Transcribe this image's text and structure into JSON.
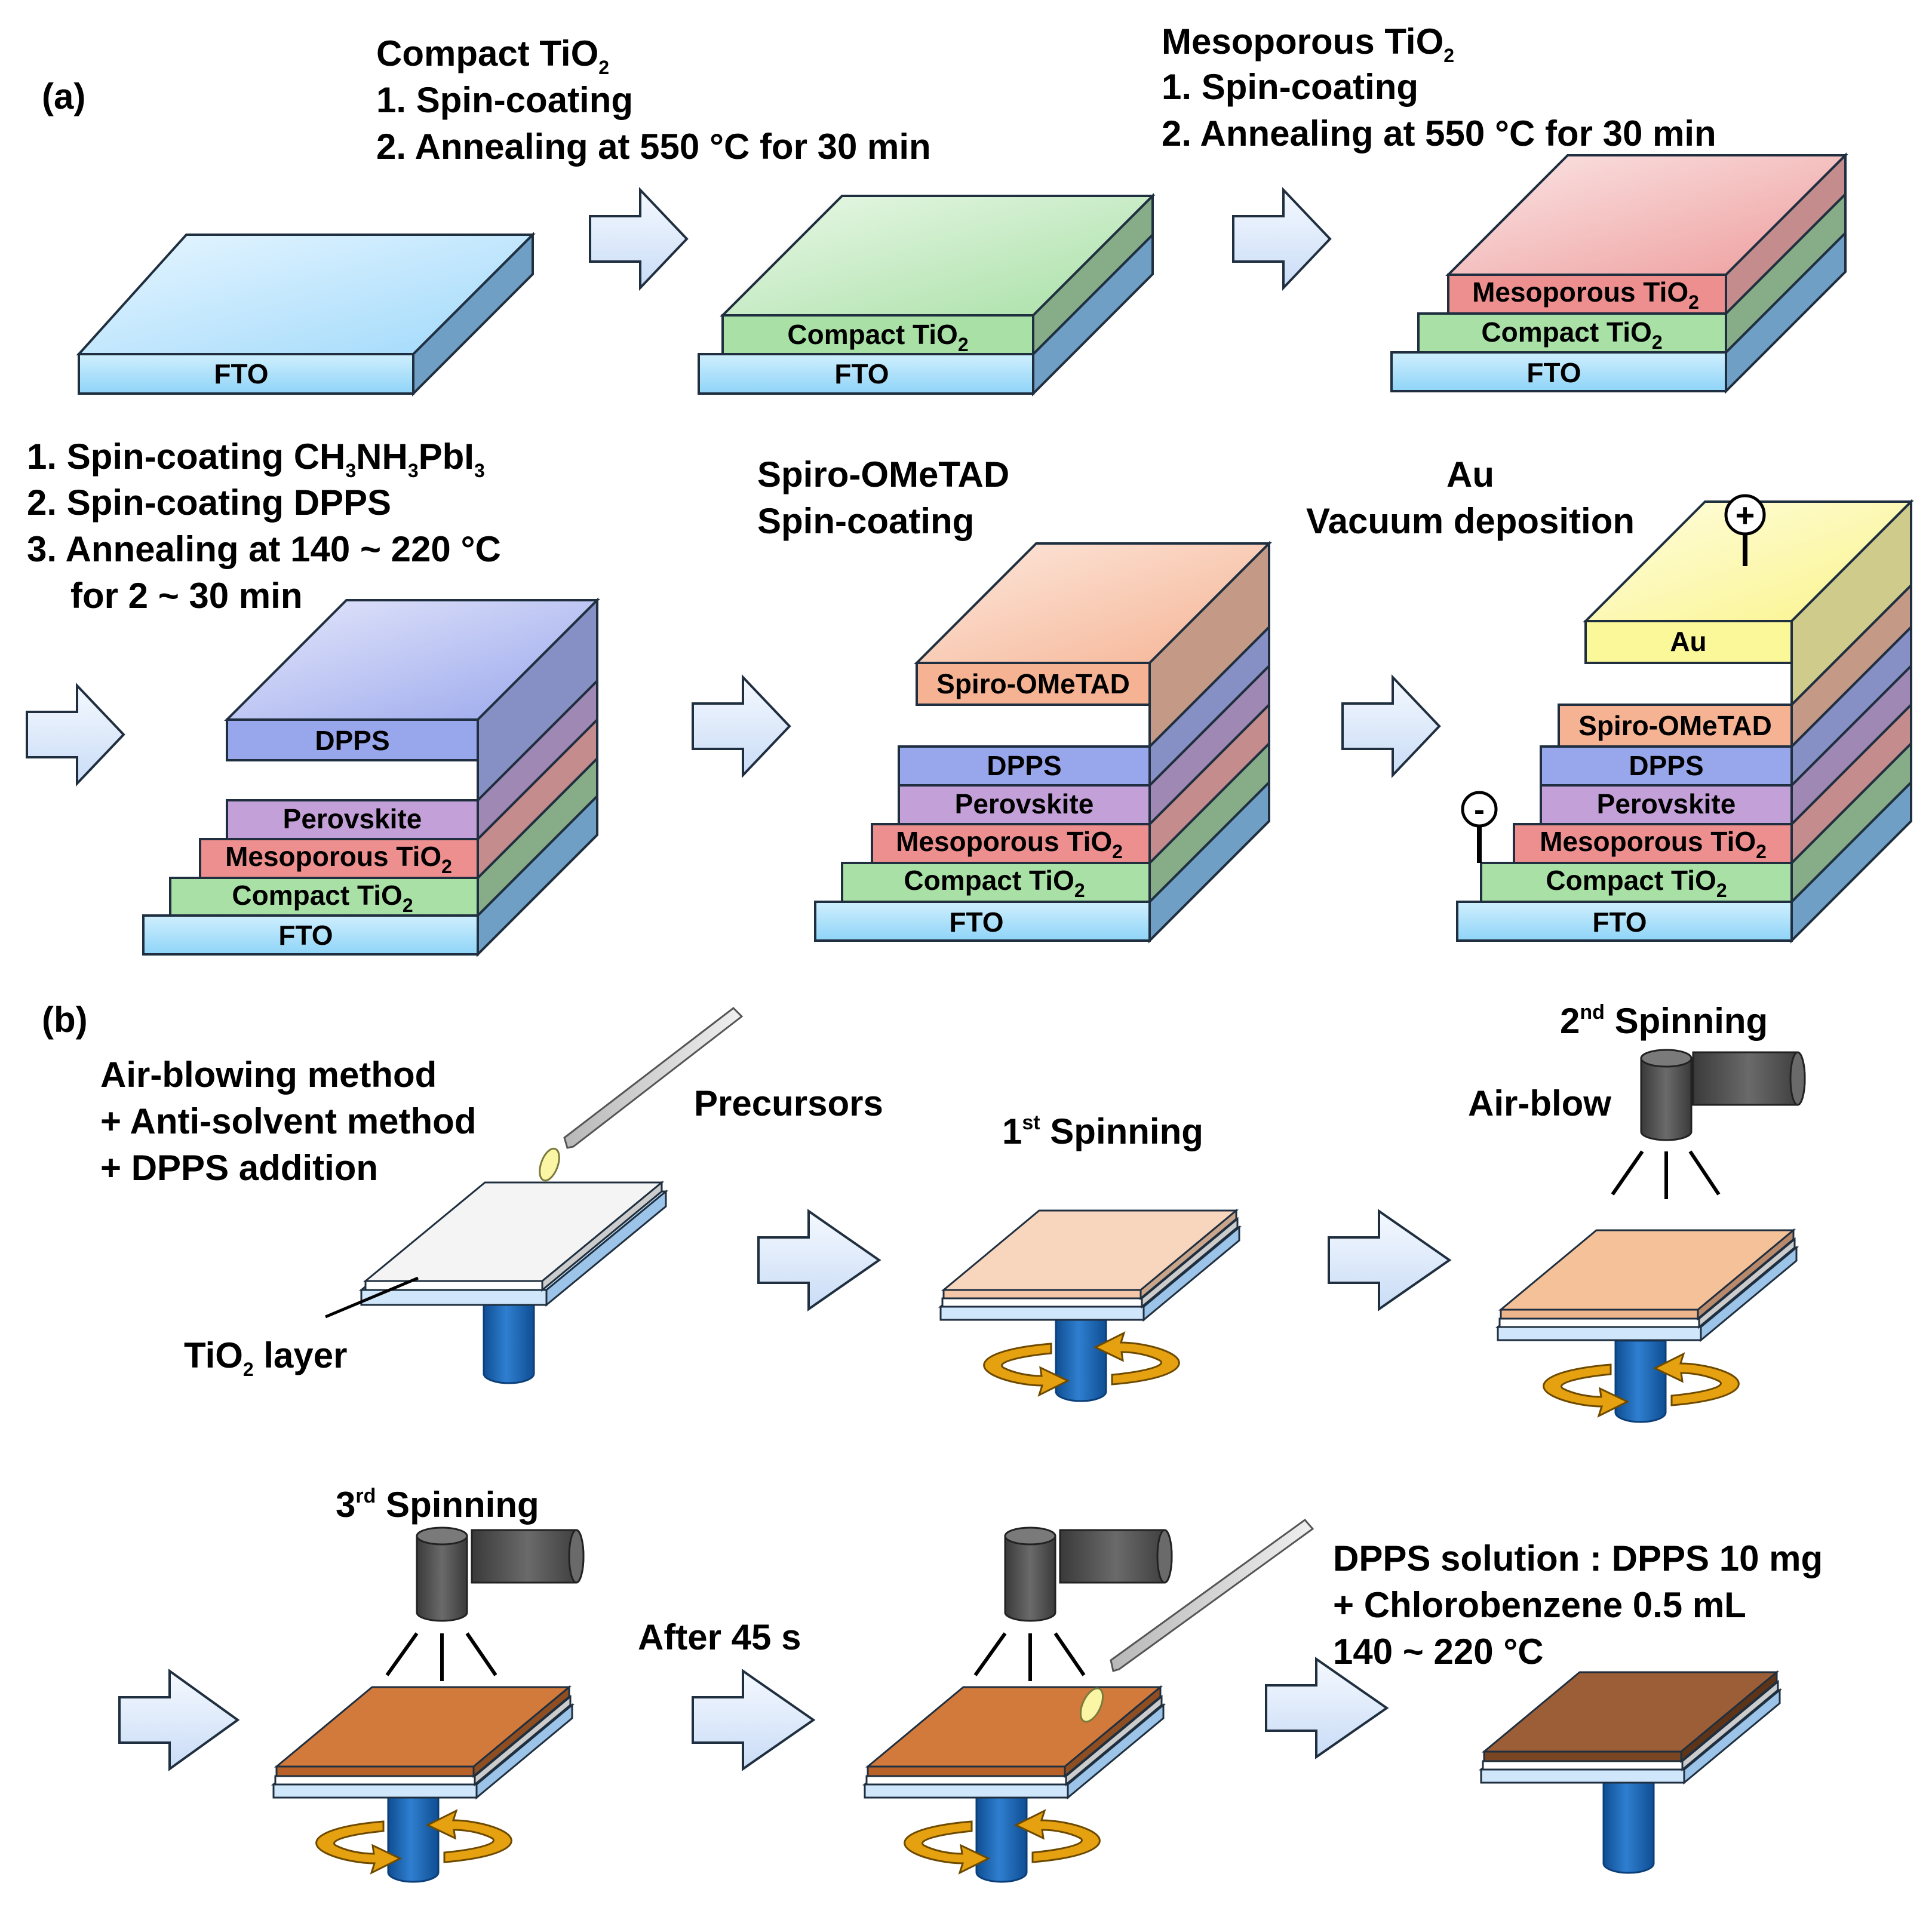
{
  "panel_a": {
    "label": "(a)",
    "step1": {
      "line1": [
        "Compact TiO",
        "2"
      ],
      "line2": "1. Spin-coating",
      "line3": "2. Annealing at 550 °C for 30 min"
    },
    "step2": {
      "line1": [
        "Mesoporous TiO",
        "2"
      ],
      "line2": "1. Spin-coating",
      "line3": "2. Annealing at 550 °C for 30 min"
    },
    "step3": {
      "line1": [
        "1. Spin-coating CH",
        "3",
        "NH",
        "3",
        "PbI",
        "3"
      ],
      "line2": "2. Spin-coating DPPS",
      "line3": "3. Annealing at 140 ~ 220 °C",
      "line4": "for 2 ~ 30 min"
    },
    "step4": {
      "line1": "Spiro-OMeTAD",
      "line2": "Spin-coating"
    },
    "step5": {
      "line1": "Au",
      "line2": "Vacuum deposition"
    },
    "layers": {
      "fto": "FTO",
      "compact": [
        "Compact TiO",
        "2"
      ],
      "meso": [
        "Mesoporous TiO",
        "2"
      ],
      "perovskite": "Perovskite",
      "dpps": "DPPS",
      "spiro": "Spiro-OMeTAD",
      "au": "Au"
    },
    "terminals": {
      "positive": "+",
      "negative": "-"
    }
  },
  "panel_b": {
    "label": "(b)",
    "method": {
      "line1": "Air-blowing method",
      "line2": "+ Anti-solvent method",
      "line3": "+ DPPS addition"
    },
    "precursors": "Precursors",
    "tio2_layer": [
      "TiO",
      "2",
      " layer"
    ],
    "first_spin": [
      "1",
      "st",
      " Spinning"
    ],
    "second_spin": [
      "2",
      "nd",
      " Spinning"
    ],
    "air_blow": "Air-blow",
    "third_spin": [
      "3",
      "rd",
      " Spinning"
    ],
    "after": "After 45 s",
    "dpps_solution": {
      "line1": "DPPS solution : DPPS 10 mg",
      "line2": "+ Chlorobenzene 0.5 mL",
      "line3": "140 ~ 220 °C"
    }
  },
  "colors": {
    "fto": "#8fd4f8",
    "compact": "#a8e0a6",
    "meso": "#ee8f8f",
    "perovskite": "#c3a0d8",
    "dpps": "#98a6ec",
    "spiro": "#f5b393",
    "au": "#fbf899",
    "arrow": "#dbe9fa",
    "holder": "#1b64ae",
    "rotation": "#e5a10f",
    "blower": "#595959",
    "film_pale": "#f8d5bd",
    "film_mid": "#f4c199",
    "film_orange": "#d17a3c",
    "film_brown": "#9c5e36",
    "droplet": "#fbf6a5"
  }
}
